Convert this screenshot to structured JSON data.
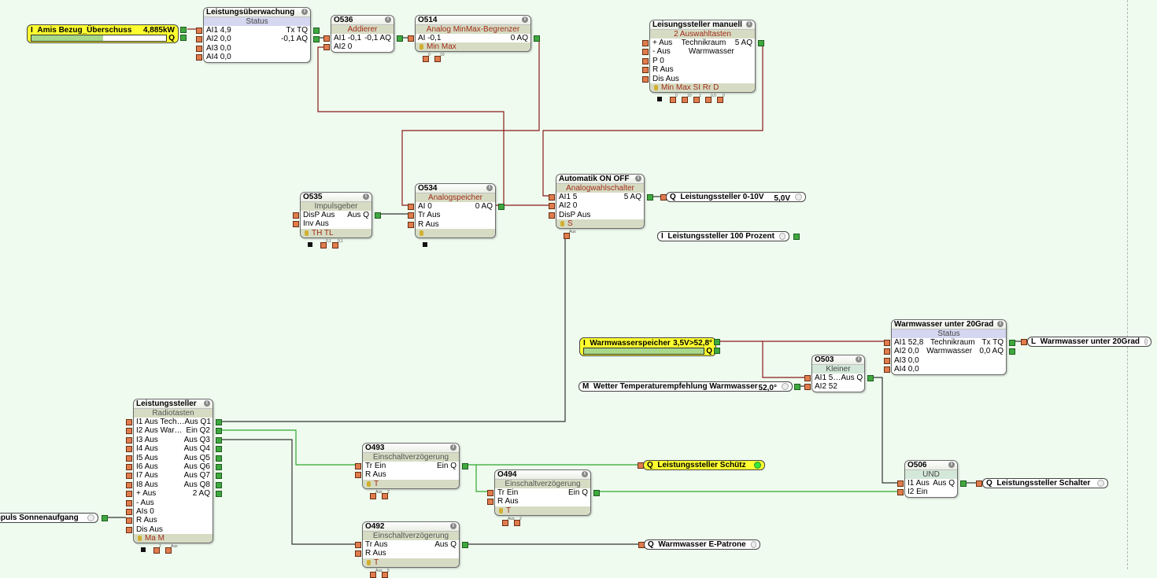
{
  "inputs": {
    "amis": {
      "prefix": "I",
      "label": "Amis Bezug_Überschuss",
      "value": "4,885kW",
      "q": "Q",
      "bar_fraction": 0.53
    },
    "warmwasserspeicher": {
      "prefix": "I",
      "label": "Warmwasserspeicher",
      "value": "3,5V>52,8°",
      "q": "Q",
      "bar_fraction": 1.0
    },
    "wetter": {
      "prefix": "M",
      "label": "Wetter Temperaturempfehlung Warmwasser",
      "value": "52,0°"
    },
    "leistung100": {
      "prefix": "I",
      "label": "Leistungssteller 100 Prozent"
    },
    "impuls": {
      "label": "mpuls Sonnenaufgang"
    }
  },
  "outputs": {
    "ls010v": {
      "prefix": "Q",
      "label": "Leistungssteller 0-10V",
      "value": "5,0V"
    },
    "ww20": {
      "prefix": "L",
      "label": "Warmwasser unter 20Grad"
    },
    "schuetz": {
      "prefix": "Q",
      "label": "Leistungssteller Schütz"
    },
    "schalter": {
      "prefix": "Q",
      "label": "Leistungssteller Schalter"
    },
    "epatrone": {
      "prefix": "Q",
      "label": "Warmwasser E-Patrone"
    }
  },
  "blocks": {
    "leistungsueberwachung": {
      "title": "Leistungsüberwachung",
      "type": "Status",
      "rows": [
        [
          "AI1 4,9",
          "",
          "Tx TQ"
        ],
        [
          "AI2 0,0",
          "",
          "-0,1 AQ"
        ],
        [
          "AI3 0,0",
          "",
          ""
        ],
        [
          "AI4 0,0",
          "",
          ""
        ]
      ]
    },
    "o536": {
      "title": "O536",
      "type": "Addierer",
      "rows": [
        [
          "AI1 -0,1",
          "",
          "-0,1 AQ"
        ],
        [
          "AI2 0",
          "",
          ""
        ]
      ]
    },
    "o514": {
      "title": "O514",
      "type": "Analog MinMax-Begrenzer",
      "rows": [
        [
          "AI -0,1",
          "",
          "0 AQ"
        ]
      ],
      "footer": "Min Max",
      "params": [
        "0",
        "10"
      ]
    },
    "manuell": {
      "title": "Leisungssteller manuell",
      "type": "2 Auswahltasten",
      "rows": [
        [
          "+ Aus",
          "Technikraum",
          "5 AQ"
        ],
        [
          "- Aus",
          "Warmwasser",
          ""
        ],
        [
          "P 0",
          "",
          ""
        ],
        [
          "R Aus",
          "",
          ""
        ],
        [
          "Dis Aus",
          "",
          ""
        ]
      ],
      "footer": "Min Max  SI   Rr   D",
      "params": [
        "0",
        "10",
        "1",
        "0,0",
        "0"
      ],
      "enable": "Ein"
    },
    "o535": {
      "title": "O535",
      "type": "Impulsgeber",
      "rows": [
        [
          "DisP Aus",
          "",
          "Aus Q"
        ],
        [
          "Inv Aus",
          "",
          ""
        ]
      ],
      "footer": "TH  TL",
      "params": [
        "0,1",
        "0,1"
      ],
      "enable": "Ein"
    },
    "o534": {
      "title": "O534",
      "type": "Analogspeicher",
      "rows": [
        [
          "AI 0",
          "",
          "0 AQ"
        ],
        [
          "Tr Aus",
          "",
          ""
        ],
        [
          "R Aus",
          "",
          ""
        ]
      ],
      "footer": "",
      "enable": "Ein"
    },
    "automatik": {
      "title": "Automatik ON OFF",
      "type": "Analogwahlschalter",
      "rows": [
        [
          "AI1 5",
          "",
          "5 AQ"
        ],
        [
          "AI2 0",
          "",
          ""
        ],
        [
          "DisP Aus",
          "",
          ""
        ]
      ],
      "footer": "S",
      "params": [
        "Aus"
      ]
    },
    "warmwasser20": {
      "title": "Warmwasser unter 20Grad",
      "type": "Status",
      "rows": [
        [
          "AI1 52,8",
          "Technikraum",
          "Tx TQ"
        ],
        [
          "AI2 0,0",
          "Warmwasser",
          "0,0 AQ"
        ],
        [
          "AI3 0,0",
          "",
          ""
        ],
        [
          "AI4 0,0",
          "",
          ""
        ]
      ]
    },
    "o503": {
      "title": "O503",
      "type": "Kleiner",
      "rows": [
        [
          "AI1 5…",
          "",
          "Aus Q"
        ],
        [
          "AI2 52",
          "",
          ""
        ]
      ]
    },
    "leistungssteller": {
      "title": "Leistungssteller",
      "type": "Radiotasten",
      "rows": [
        [
          "I1 Aus Tech…",
          "",
          "Aus Q1"
        ],
        [
          "I2 Aus War…",
          "",
          "Ein Q2"
        ],
        [
          "I3 Aus",
          "",
          "Aus Q3"
        ],
        [
          "I4 Aus",
          "",
          "Aus Q4"
        ],
        [
          "I5 Aus",
          "",
          "Aus Q5"
        ],
        [
          "I6 Aus",
          "",
          "Aus Q6"
        ],
        [
          "I7 Aus",
          "",
          "Aus Q7"
        ],
        [
          "I8 Aus",
          "",
          "Aus Q8"
        ],
        [
          "+ Aus",
          "",
          "2 AQ"
        ],
        [
          "- Aus",
          "",
          ""
        ],
        [
          "AIs 0",
          "",
          ""
        ],
        [
          "R Aus",
          "",
          ""
        ],
        [
          "Dis Aus",
          "",
          ""
        ]
      ],
      "footer": "Ma  M",
      "params": [
        "2",
        "Aus"
      ],
      "enable": "Ein"
    },
    "o493": {
      "title": "O493",
      "type": "Einschaltverzögerung",
      "rows": [
        [
          "Tr Ein",
          "",
          "Ein Q"
        ],
        [
          "R Aus",
          "",
          ""
        ]
      ],
      "footer": "T",
      "params": [
        "Aus",
        "2"
      ]
    },
    "o494": {
      "title": "O494",
      "type": "Einschaltverzögerung",
      "rows": [
        [
          "Tr Ein",
          "",
          "Ein Q"
        ],
        [
          "R Aus",
          "",
          ""
        ]
      ],
      "footer": "T",
      "params": [
        "Aus",
        "2"
      ]
    },
    "o492": {
      "title": "O492",
      "type": "Einschaltverzögerung",
      "rows": [
        [
          "Tr Aus",
          "",
          "Aus Q"
        ],
        [
          "R Aus",
          "",
          ""
        ]
      ],
      "footer": "T",
      "params": [
        "Aus",
        "5"
      ]
    },
    "o506": {
      "title": "O506",
      "type": "UND",
      "rows": [
        [
          "I1 Aus",
          "",
          "Aus Q"
        ],
        [
          "I2 Ein",
          "",
          ""
        ]
      ]
    }
  },
  "colors": {
    "analog_wire": "#8b1a1a",
    "digital_on_wire": "#2fa82f",
    "digital_off_wire": "#333333",
    "canvas": "#effbef"
  }
}
